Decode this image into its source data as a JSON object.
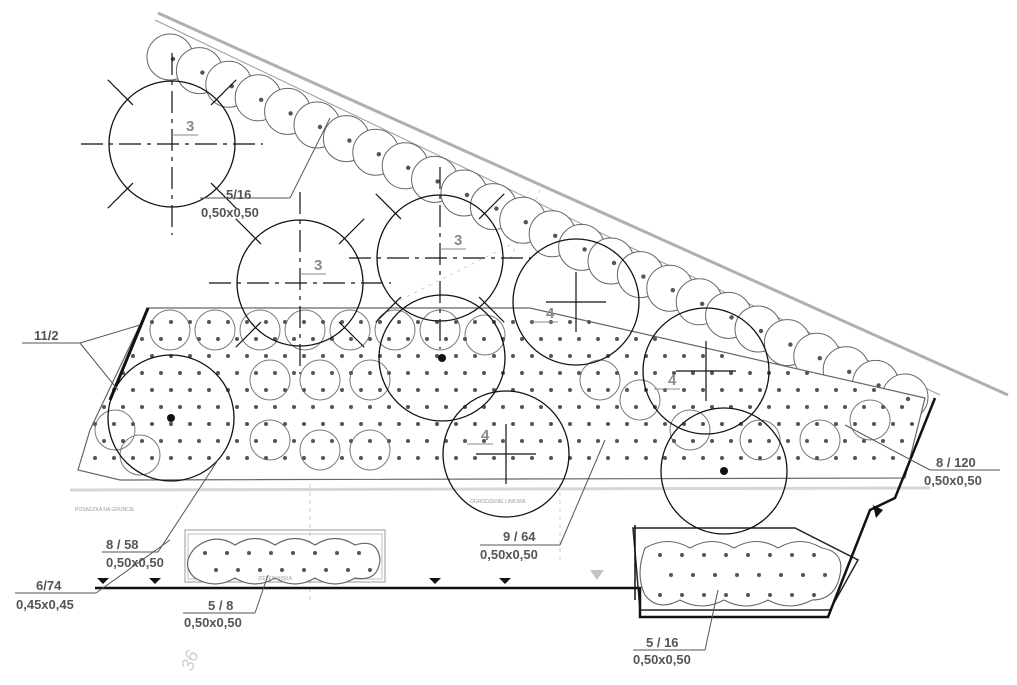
{
  "trees": [
    {
      "id": "t1",
      "num": "3",
      "style": "cross-dashed"
    },
    {
      "id": "t2",
      "num": "3",
      "style": "cross-dashed"
    },
    {
      "id": "t3",
      "num": "3",
      "style": "cross-dashed"
    },
    {
      "id": "t4",
      "num": "4",
      "style": "cross"
    },
    {
      "id": "t5",
      "num": "4",
      "style": "cross"
    },
    {
      "id": "t6",
      "num": "4",
      "style": "cross"
    },
    {
      "id": "t7",
      "num": "",
      "style": "dot"
    },
    {
      "id": "t8",
      "num": "",
      "style": "dot"
    },
    {
      "id": "t9",
      "num": "",
      "style": "dot"
    }
  ],
  "labels": {
    "l_516_top": {
      "count": "5/16",
      "size": "0,50x0,50"
    },
    "l_112": {
      "count": "11/2"
    },
    "l_8120": {
      "count": "8 / 120",
      "size": "0,50x0,50"
    },
    "l_858": {
      "count": "8 / 58",
      "size": "0,50x0,50"
    },
    "l_674": {
      "count": "6/74",
      "size": "0,45x0,45"
    },
    "l_58": {
      "count": "5 / 8",
      "size": "0,50x0,50"
    },
    "l_964": {
      "count": "9 / 64",
      "size": "0,50x0,50"
    },
    "l_516_bottom": {
      "count": "5 / 16",
      "size": "0,50x0,50"
    }
  },
  "annotations": {
    "left_zone": "POSADZKA NA GRUNCIE",
    "mid_zone": "OGRODZENIE LINIOWE",
    "small_box": "ZIELEŃ NISKA",
    "street_number": "36"
  },
  "colors": {
    "line": "#111111",
    "shrub": "#666666",
    "dot": "#555555",
    "label": "#555555",
    "faint": "#bbbbbb"
  }
}
